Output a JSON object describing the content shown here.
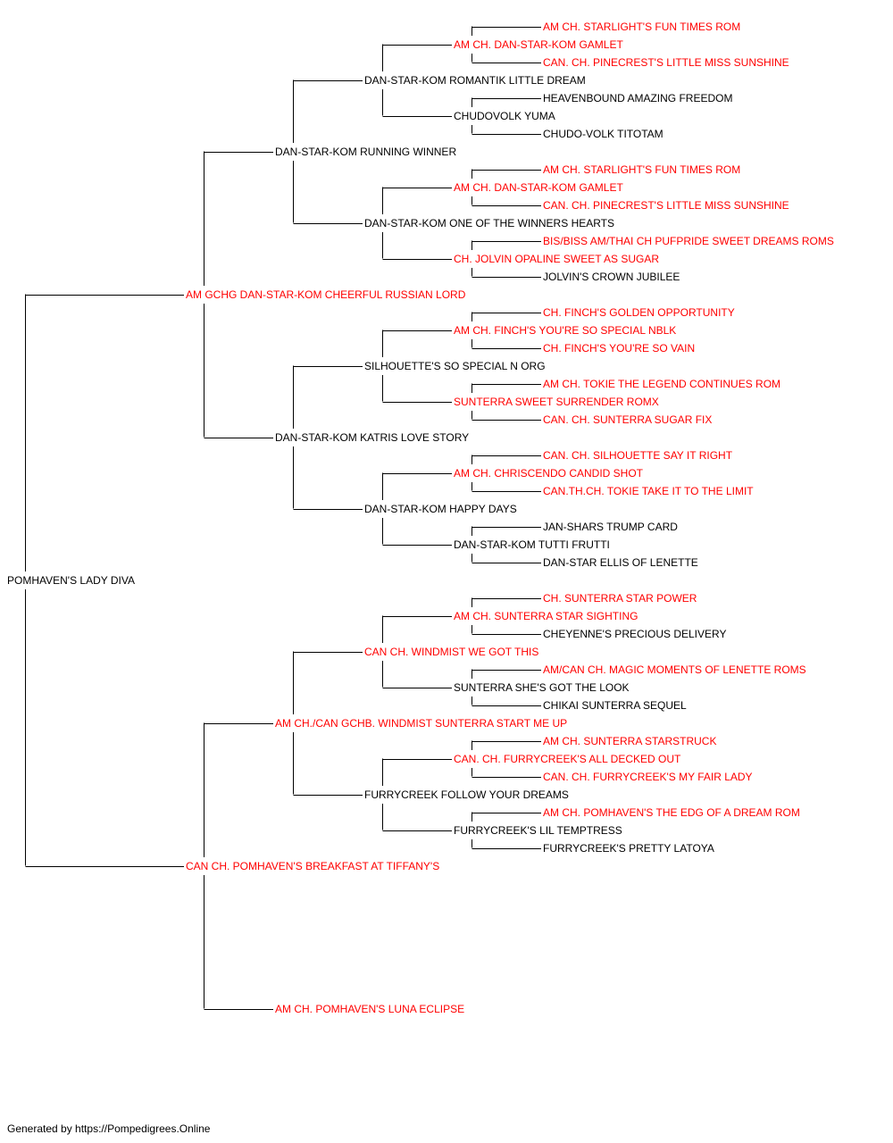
{
  "colors": {
    "champion": "#ff0000",
    "plain": "#000000",
    "line": "#000000"
  },
  "pedigree": {
    "name": "POMHAVEN'S LADY DIVA",
    "champion": false,
    "sire": {
      "name": "AM GCHG DAN-STAR-KOM CHEERFUL RUSSIAN LORD",
      "champion": true,
      "sire": {
        "name": "DAN-STAR-KOM RUNNING WINNER",
        "champion": false,
        "sire": {
          "name": "DAN-STAR-KOM ROMANTIK LITTLE DREAM",
          "champion": false,
          "sire": {
            "name": "AM CH. DAN-STAR-KOM GAMLET",
            "champion": true,
            "sire": {
              "name": "AM CH. STARLIGHT'S FUN TIMES ROM",
              "champion": true
            },
            "dam": {
              "name": "CAN. CH. PINECREST'S LITTLE MISS SUNSHINE",
              "champion": true
            }
          },
          "dam": {
            "name": "CHUDOVOLK YUMA",
            "champion": false,
            "sire": {
              "name": "HEAVENBOUND AMAZING FREEDOM",
              "champion": false
            },
            "dam": {
              "name": "CHUDO-VOLK TITOTAM",
              "champion": false
            }
          }
        },
        "dam": {
          "name": "DAN-STAR-KOM ONE OF THE WINNERS HEARTS",
          "champion": false,
          "sire": {
            "name": "AM CH. DAN-STAR-KOM GAMLET",
            "champion": true,
            "sire": {
              "name": "AM CH. STARLIGHT'S FUN TIMES ROM",
              "champion": true
            },
            "dam": {
              "name": "CAN. CH. PINECREST'S LITTLE MISS SUNSHINE",
              "champion": true
            }
          },
          "dam": {
            "name": "CH. JOLVIN OPALINE SWEET AS SUGAR",
            "champion": true,
            "sire": {
              "name": "BIS/BISS AM/THAI CH PUFPRIDE SWEET DREAMS ROMS",
              "champion": true
            },
            "dam": {
              "name": "JOLVIN'S CROWN JUBILEE",
              "champion": false
            }
          }
        }
      },
      "dam": {
        "name": "DAN-STAR-KOM KATRIS LOVE STORY",
        "champion": false,
        "sire": {
          "name": "SILHOUETTE'S SO SPECIAL N ORG",
          "champion": false,
          "sire": {
            "name": "AM CH. FINCH'S YOU'RE SO SPECIAL NBLK",
            "champion": true,
            "sire": {
              "name": "CH. FINCH'S GOLDEN OPPORTUNITY",
              "champion": true
            },
            "dam": {
              "name": "CH. FINCH'S YOU'RE SO VAIN",
              "champion": true
            }
          },
          "dam": {
            "name": "SUNTERRA SWEET SURRENDER ROMX",
            "champion": true,
            "sire": {
              "name": "AM CH. TOKIE THE LEGEND CONTINUES ROM",
              "champion": true
            },
            "dam": {
              "name": "CAN. CH. SUNTERRA SUGAR FIX",
              "champion": true
            }
          }
        },
        "dam": {
          "name": "DAN-STAR-KOM HAPPY DAYS",
          "champion": false,
          "sire": {
            "name": "AM CH. CHRISCENDO CANDID SHOT",
            "champion": true,
            "sire": {
              "name": "CAN. CH. SILHOUETTE SAY IT RIGHT",
              "champion": true
            },
            "dam": {
              "name": "CAN.TH.CH. TOKIE TAKE IT TO THE LIMIT",
              "champion": true
            }
          },
          "dam": {
            "name": "DAN-STAR-KOM TUTTI FRUTTI",
            "champion": false,
            "sire": {
              "name": "JAN-SHARS TRUMP CARD",
              "champion": false
            },
            "dam": {
              "name": "DAN-STAR ELLIS OF LENETTE",
              "champion": false
            }
          }
        }
      }
    },
    "dam": {
      "name": "CAN CH. POMHAVEN'S BREAKFAST AT TIFFANY'S",
      "champion": true,
      "sire": {
        "name": "AM CH./CAN GCHB. WINDMIST SUNTERRA START ME UP",
        "champion": true,
        "sire": {
          "name": "CAN CH. WINDMIST WE GOT THIS",
          "champion": true,
          "sire": {
            "name": "AM CH. SUNTERRA STAR SIGHTING",
            "champion": true,
            "sire": {
              "name": "CH. SUNTERRA STAR POWER",
              "champion": true
            },
            "dam": {
              "name": "CHEYENNE'S PRECIOUS DELIVERY",
              "champion": false
            }
          },
          "dam": {
            "name": "SUNTERRA SHE'S GOT THE LOOK",
            "champion": false,
            "sire": {
              "name": "AM/CAN CH. MAGIC MOMENTS OF LENETTE ROMS",
              "champion": true
            },
            "dam": {
              "name": "CHIKAI SUNTERRA SEQUEL",
              "champion": false
            }
          }
        },
        "dam": {
          "name": "FURRYCREEK FOLLOW YOUR DREAMS",
          "champion": false,
          "sire": {
            "name": "CAN. CH. FURRYCREEK'S ALL DECKED OUT",
            "champion": true,
            "sire": {
              "name": "AM CH. SUNTERRA STARSTRUCK",
              "champion": true
            },
            "dam": {
              "name": "CAN. CH. FURRYCREEK'S MY FAIR LADY",
              "champion": true
            }
          },
          "dam": {
            "name": "FURRYCREEK'S LIL TEMPTRESS",
            "champion": false,
            "sire": {
              "name": "AM CH. POMHAVEN'S THE EDG OF A DREAM ROM",
              "champion": true
            },
            "dam": {
              "name": "FURRYCREEK'S PRETTY LATOYA",
              "champion": false
            }
          }
        }
      },
      "dam": {
        "name": "AM CH. POMHAVEN'S LUNA ECLIPSE",
        "champion": true
      }
    }
  },
  "footer": {
    "text": "Generated by https://Pompedigrees.Online"
  }
}
